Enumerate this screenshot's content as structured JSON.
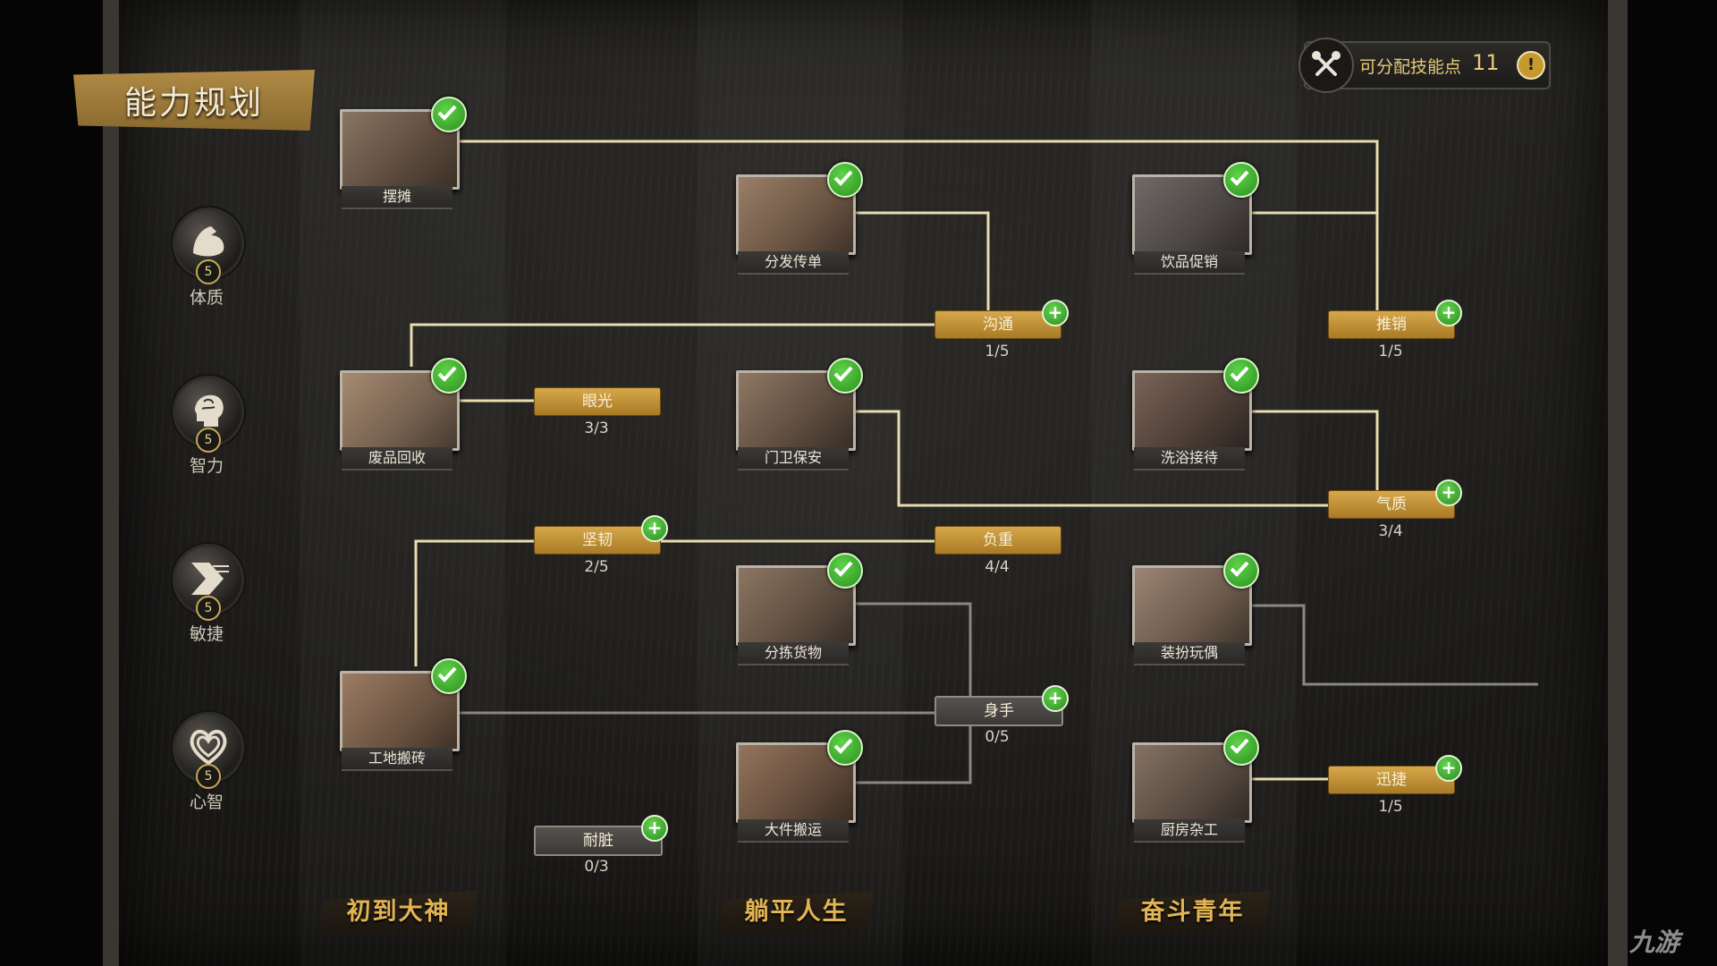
{
  "header": {
    "title": "能力规划",
    "points_label": "可分配技能点",
    "points_value": "11",
    "alert_glyph": "!"
  },
  "attributes": [
    {
      "name": "体质",
      "level": "5",
      "icon": "muscle-arm-icon"
    },
    {
      "name": "智力",
      "level": "5",
      "icon": "brain-head-icon"
    },
    {
      "name": "敏捷",
      "level": "5",
      "icon": "speed-chevron-icon"
    },
    {
      "name": "心智",
      "level": "5",
      "icon": "heart-icon"
    }
  ],
  "jobs": [
    {
      "name": "摆摊",
      "done": true
    },
    {
      "name": "分发传单",
      "done": true
    },
    {
      "name": "饮品促销",
      "done": true
    },
    {
      "name": "废品回收",
      "done": true
    },
    {
      "name": "门卫保安",
      "done": true
    },
    {
      "name": "洗浴接待",
      "done": true
    },
    {
      "name": "分拣货物",
      "done": true
    },
    {
      "name": "装扮玩偶",
      "done": true
    },
    {
      "name": "工地搬砖",
      "done": true
    },
    {
      "name": "大件搬运",
      "done": true
    },
    {
      "name": "厨房杂工",
      "done": true
    }
  ],
  "skills": [
    {
      "name": "沟通",
      "progress": "1/5",
      "state": "gold",
      "upgradable": true
    },
    {
      "name": "推销",
      "progress": "1/5",
      "state": "gold",
      "upgradable": true
    },
    {
      "name": "眼光",
      "progress": "3/3",
      "state": "gold",
      "upgradable": false
    },
    {
      "name": "气质",
      "progress": "3/4",
      "state": "gold",
      "upgradable": true
    },
    {
      "name": "坚韧",
      "progress": "2/5",
      "state": "gold",
      "upgradable": true
    },
    {
      "name": "负重",
      "progress": "4/4",
      "state": "gold",
      "upgradable": false
    },
    {
      "name": "身手",
      "progress": "0/5",
      "state": "grey",
      "upgradable": true
    },
    {
      "name": "迅捷",
      "progress": "1/5",
      "state": "gold",
      "upgradable": true
    },
    {
      "name": "耐脏",
      "progress": "0/3",
      "state": "grey",
      "upgradable": true
    }
  ],
  "categories": [
    "初到大神",
    "躺平人生",
    "奋斗青年"
  ],
  "colors": {
    "active_line": "#e8dcb0",
    "inactive_line": "#8a8782",
    "gold": "#c9952f",
    "check_green": "#3fae2c"
  },
  "watermark": "九游"
}
